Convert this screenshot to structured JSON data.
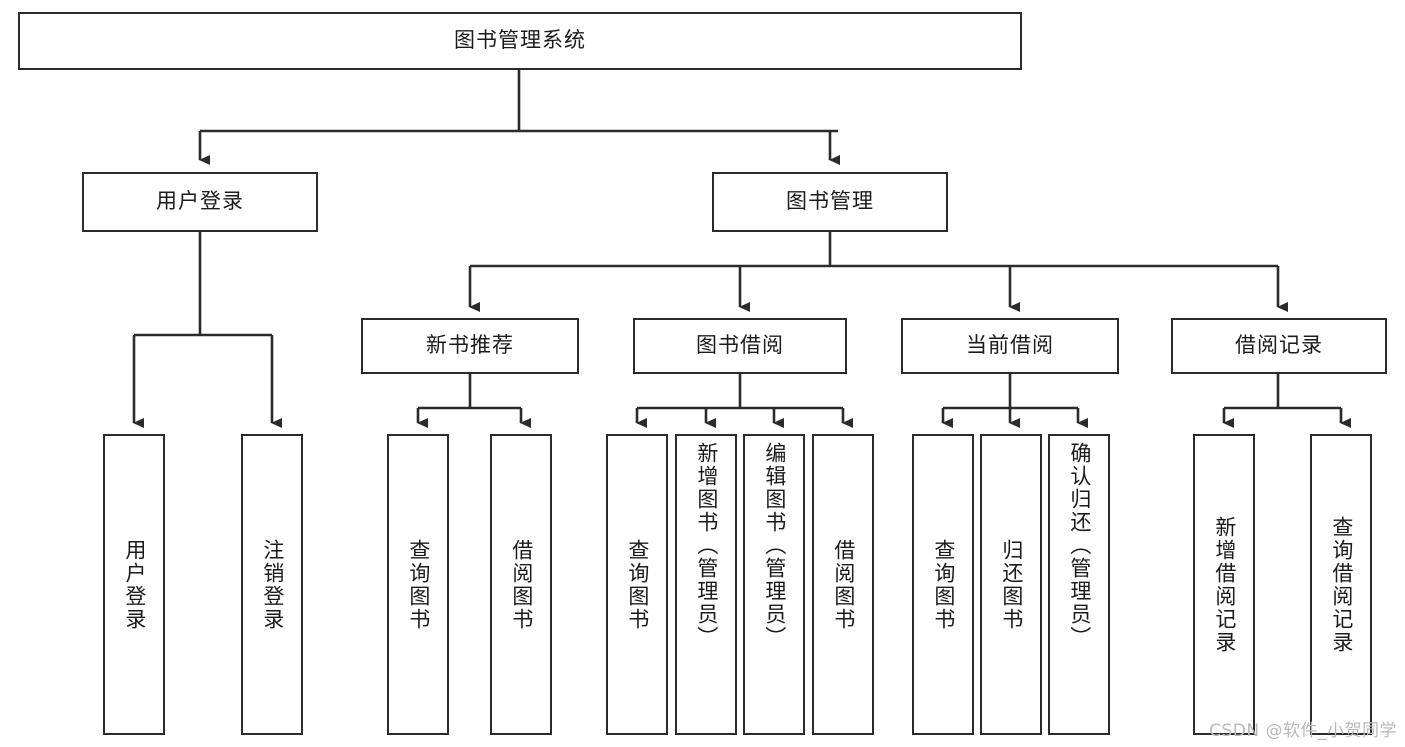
{
  "diagram": {
    "title": "图书管理系统",
    "type": "hierarchy-tree",
    "background_color": "#ffffff",
    "border_color": "#2b2b2b",
    "text_color": "#1b1b1b",
    "levels": 4
  },
  "nodes": {
    "root": {
      "label": "图书管理系统"
    },
    "level2": [
      {
        "id": "user-login",
        "label": "用户登录"
      },
      {
        "id": "book-manage",
        "label": "图书管理"
      }
    ],
    "level3": [
      {
        "id": "new-book-recommend",
        "label": "新书推荐"
      },
      {
        "id": "book-borrow",
        "label": "图书借阅"
      },
      {
        "id": "current-borrow",
        "label": "当前借阅"
      },
      {
        "id": "borrow-record",
        "label": "借阅记录"
      }
    ],
    "leaves": {
      "user_login": [
        {
          "id": "leaf-user-login",
          "label": "用户登录"
        },
        {
          "id": "leaf-logout",
          "label": "注销登录"
        }
      ],
      "new_book_recommend": [
        {
          "id": "leaf-query-book-1",
          "label": "查询图书"
        },
        {
          "id": "leaf-borrow-book-1",
          "label": "借阅图书"
        }
      ],
      "book_borrow": [
        {
          "id": "leaf-query-book-2",
          "label": "查询图书"
        },
        {
          "id": "leaf-add-book",
          "label": "新增图书（管理员）"
        },
        {
          "id": "leaf-edit-book",
          "label": "编辑图书（管理员）"
        },
        {
          "id": "leaf-borrow-book-2",
          "label": "借阅图书"
        }
      ],
      "current_borrow": [
        {
          "id": "leaf-query-book-3",
          "label": "查询图书"
        },
        {
          "id": "leaf-return-book",
          "label": "归还图书"
        },
        {
          "id": "leaf-confirm-return",
          "label": "确认归还（管理员）"
        }
      ],
      "borrow_record": [
        {
          "id": "leaf-add-record",
          "label": "新增借阅记录"
        },
        {
          "id": "leaf-query-record",
          "label": "查询借阅记录"
        }
      ]
    }
  },
  "watermark": {
    "text": "CSDN @软件_小贺同学"
  }
}
